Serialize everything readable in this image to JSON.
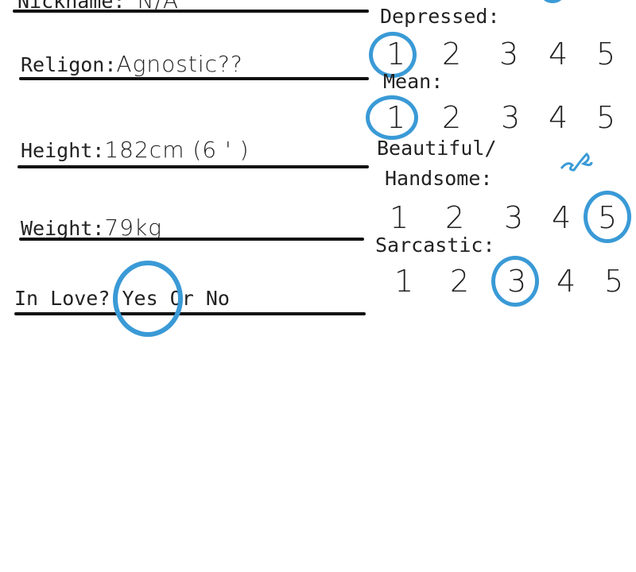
{
  "left_fields": [
    {
      "label": "Nickname:",
      "value": "N/A"
    },
    {
      "label": "Religon:",
      "value": "Agnostic??"
    },
    {
      "label": "Height:",
      "value": "182cm  (6 ' )"
    },
    {
      "label": "Weight:",
      "value": "79kg"
    },
    {
      "label": "In Love?",
      "value": "Yes Or No",
      "selected": "Yes"
    }
  ],
  "scales": [
    {
      "label": "Depressed:",
      "options": [
        "1",
        "2",
        "3",
        "4",
        "5"
      ],
      "selected": "1"
    },
    {
      "label": "Mean:",
      "options": [
        "1",
        "2",
        "3",
        "4",
        "5"
      ],
      "selected": "1"
    },
    {
      "label": "Beautiful/",
      "label2": "Handsome:",
      "options": [
        "1",
        "2",
        "3",
        "4",
        "5"
      ],
      "selected": "5"
    },
    {
      "label": "Sarcastic:",
      "options": [
        "1",
        "2",
        "3",
        "4",
        "5"
      ],
      "selected": "3"
    }
  ],
  "colors": {
    "ink": "#222222",
    "marker": "#3a9ad6"
  }
}
